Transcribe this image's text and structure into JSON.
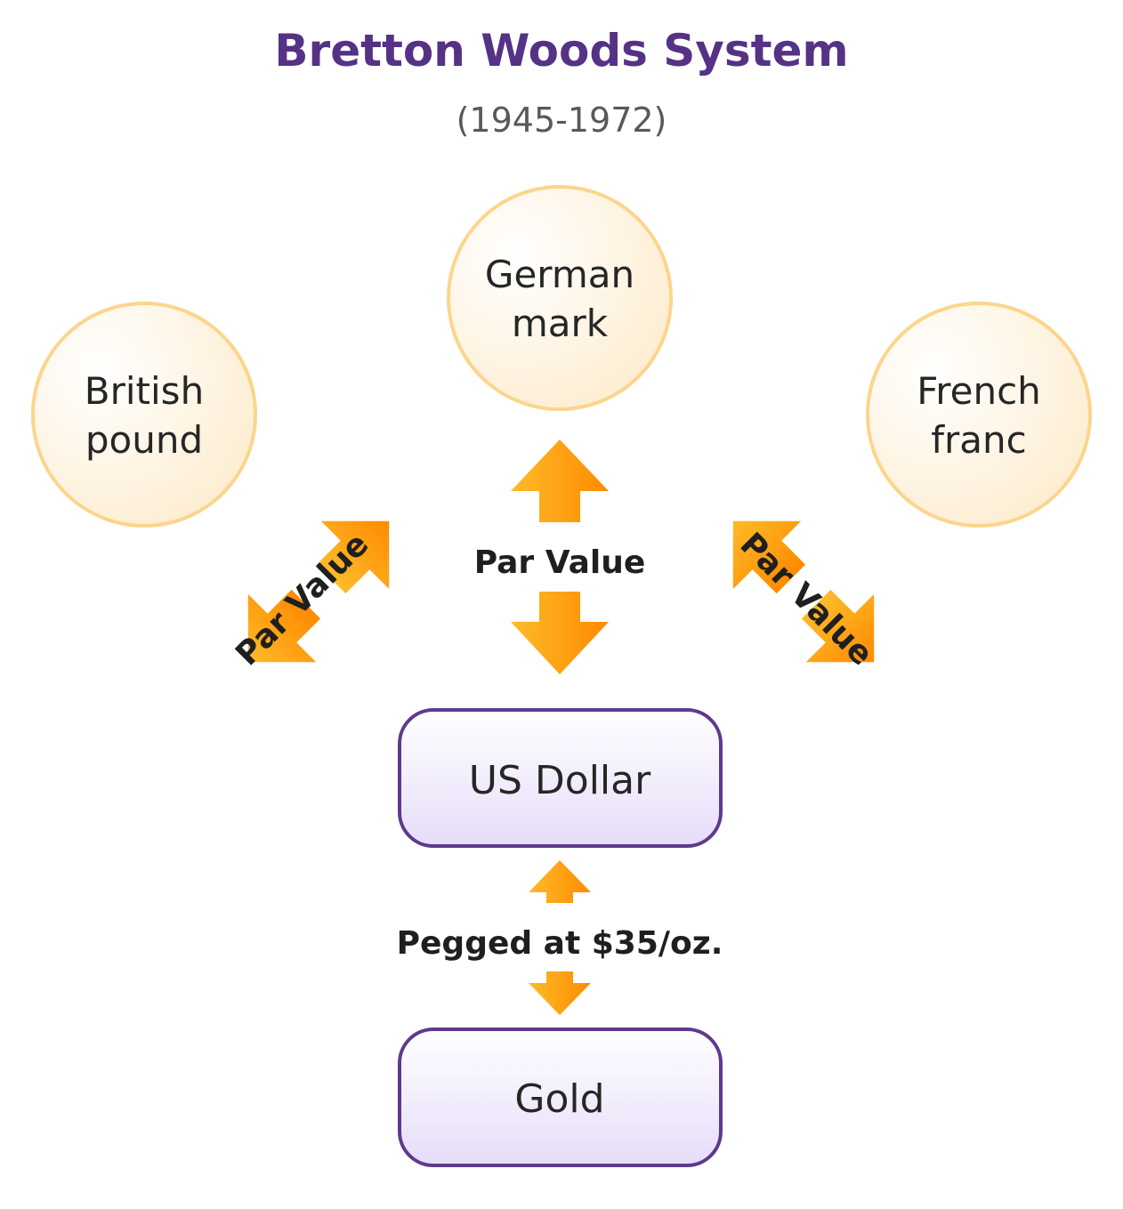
{
  "title": "Bretton Woods System",
  "subtitle": "(1945-1972)",
  "currencies": {
    "british": {
      "line1": "British",
      "line2": "pound"
    },
    "german": {
      "line1": "German",
      "line2": "mark"
    },
    "french": {
      "line1": "French",
      "line2": "franc"
    }
  },
  "center_box": "US Dollar",
  "bottom_box": "Gold",
  "labels": {
    "left_par": "Par Value",
    "center_par": "Par Value",
    "right_par": "Par Value",
    "peg": "Pegged at $35/oz."
  },
  "colors": {
    "title": "#553285",
    "circle_border": "#FCD58C",
    "box_border": "#5E3A8C",
    "arrow_light": "#FDBB2A",
    "arrow_dark": "#FF8A00"
  }
}
